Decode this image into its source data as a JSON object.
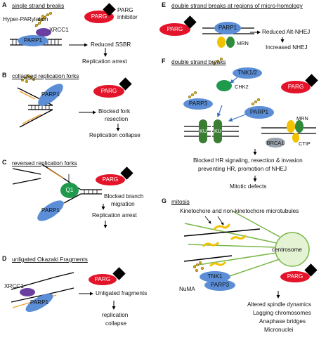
{
  "colors": {
    "parg_red": "#e3142a",
    "parp_blue": "#5b8ed6",
    "ku_green": "#3c7d34",
    "q1_green": "#1f9a4d",
    "xrcc1_purple": "#6b3fa0",
    "mrn_yellow": "#f2c200",
    "mrn_green": "#2f8a3c",
    "brca1_gray": "#9aa3ad",
    "dna_orange": "#f0a030",
    "microtubule_green": "#7ab648",
    "kinetochore_yellow": "#f2c200",
    "inhibitor_black": "#000000"
  },
  "panels": {
    "A": {
      "letter": "A",
      "title": "single strand breaks",
      "hyper": "Hyper-PARylation",
      "xrcc1": "XRCC1",
      "parp1": "PARP1",
      "parg": "PARG",
      "inhibitor_1": "PARG",
      "inhibitor_2": "inhibitor",
      "out1": "Reduced SSBR",
      "out2": "Replication arrest"
    },
    "B": {
      "letter": "B",
      "title": "collapsed replication forks",
      "parp1": "PARP1",
      "parg": "PARG",
      "out1": "Blocked fork",
      "out2": "resection",
      "out3": "Replication collapse"
    },
    "C": {
      "letter": "C",
      "title": "reversed replication forks",
      "q1": "Q1",
      "parp1": "PARP1",
      "parg": "PARG",
      "out1": "Blocked branch",
      "out2": "migration",
      "out3": "Replication arrest"
    },
    "D": {
      "letter": "D",
      "title": "unligated Okazaki Fragments",
      "xrcc1": "XRCC1",
      "parp1": "PARP1",
      "parg": "PARG",
      "out1": "Unligated fragments",
      "out2": "replication",
      "out3": "collapse"
    },
    "E": {
      "letter": "E",
      "title": "double strand breaks at regions of micro-homology",
      "parg": "PARG",
      "parp1": "PARP1",
      "mrn": "MRN",
      "out1": "Reduced Alt-NHEJ",
      "out2": "Increased NHEJ"
    },
    "F": {
      "letter": "F",
      "title": "double strand breaks",
      "tnk": "TNK1/2",
      "chk2": "CHK2",
      "parg": "PARG",
      "parp3": "PARP3",
      "parp1": "PARP1",
      "ku": "KU",
      "mrn": "MRN",
      "brca1": "BRCA1",
      "ctip": "CTIP",
      "out1": "Blocked HR signaling, resection & invasion",
      "out2": "preventing HR, promotion of NHEJ",
      "out3": "Mitotic defects"
    },
    "G": {
      "letter": "G",
      "title": "mitosis",
      "kinetochore": "Kinetochore and non-kinetochore microtubules",
      "centrosome": "centrosome",
      "tnk1": "TNK1",
      "parp3": "PARP3",
      "numa": "NuMA",
      "parg": "PARG",
      "out1": "Altered spindle dynamics",
      "out2": "Lagging chromosomes",
      "out3": "Anaphase bridges",
      "out4": "Micronuclei"
    }
  }
}
